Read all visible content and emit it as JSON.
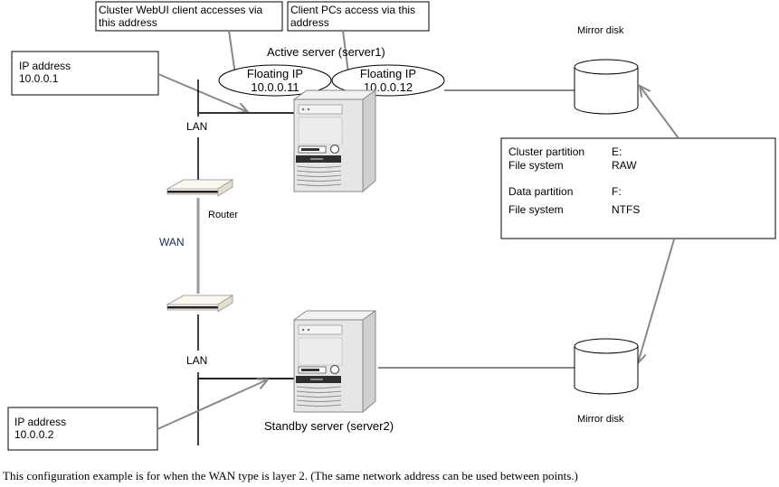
{
  "callouts": {
    "webui": [
      "Cluster WebUI client accesses via",
      "this address"
    ],
    "client_pcs": [
      "Client PCs access via this",
      "address"
    ]
  },
  "servers": {
    "active": {
      "label": "Active server (server1)"
    },
    "standby": {
      "label": "Standby server (server2)"
    }
  },
  "floating_ips": [
    {
      "label": "Floating IP",
      "address": "10.0.0.11"
    },
    {
      "label": "Floating IP",
      "address": "10.0.0.12"
    }
  ],
  "ip_boxes": {
    "server1": {
      "label": "IP address",
      "address": "10.0.0.1"
    },
    "server2": {
      "label": "IP address",
      "address": "10.0.0.2"
    }
  },
  "network": {
    "lan_top": "LAN",
    "lan_bottom": "LAN",
    "wan": "WAN",
    "router": "Router"
  },
  "mirror_disks": {
    "top": "Mirror disk",
    "bottom": "Mirror disk"
  },
  "partitions": {
    "rows": [
      {
        "name": "Cluster partition",
        "value": "E:"
      },
      {
        "name": "File system",
        "value": "RAW"
      },
      {
        "name": "Data partition",
        "value": "F:"
      },
      {
        "name": "File system",
        "value": "NTFS"
      }
    ]
  },
  "caption": "This configuration example is for when the WAN type is layer 2. (The same network address can be used between points.)",
  "colors": {
    "line_dark": "#333333",
    "line_gray": "#888888",
    "server_body": "#e6e6e6",
    "server_side": "#cfd0d2",
    "router_body": "#f4f1e4"
  }
}
